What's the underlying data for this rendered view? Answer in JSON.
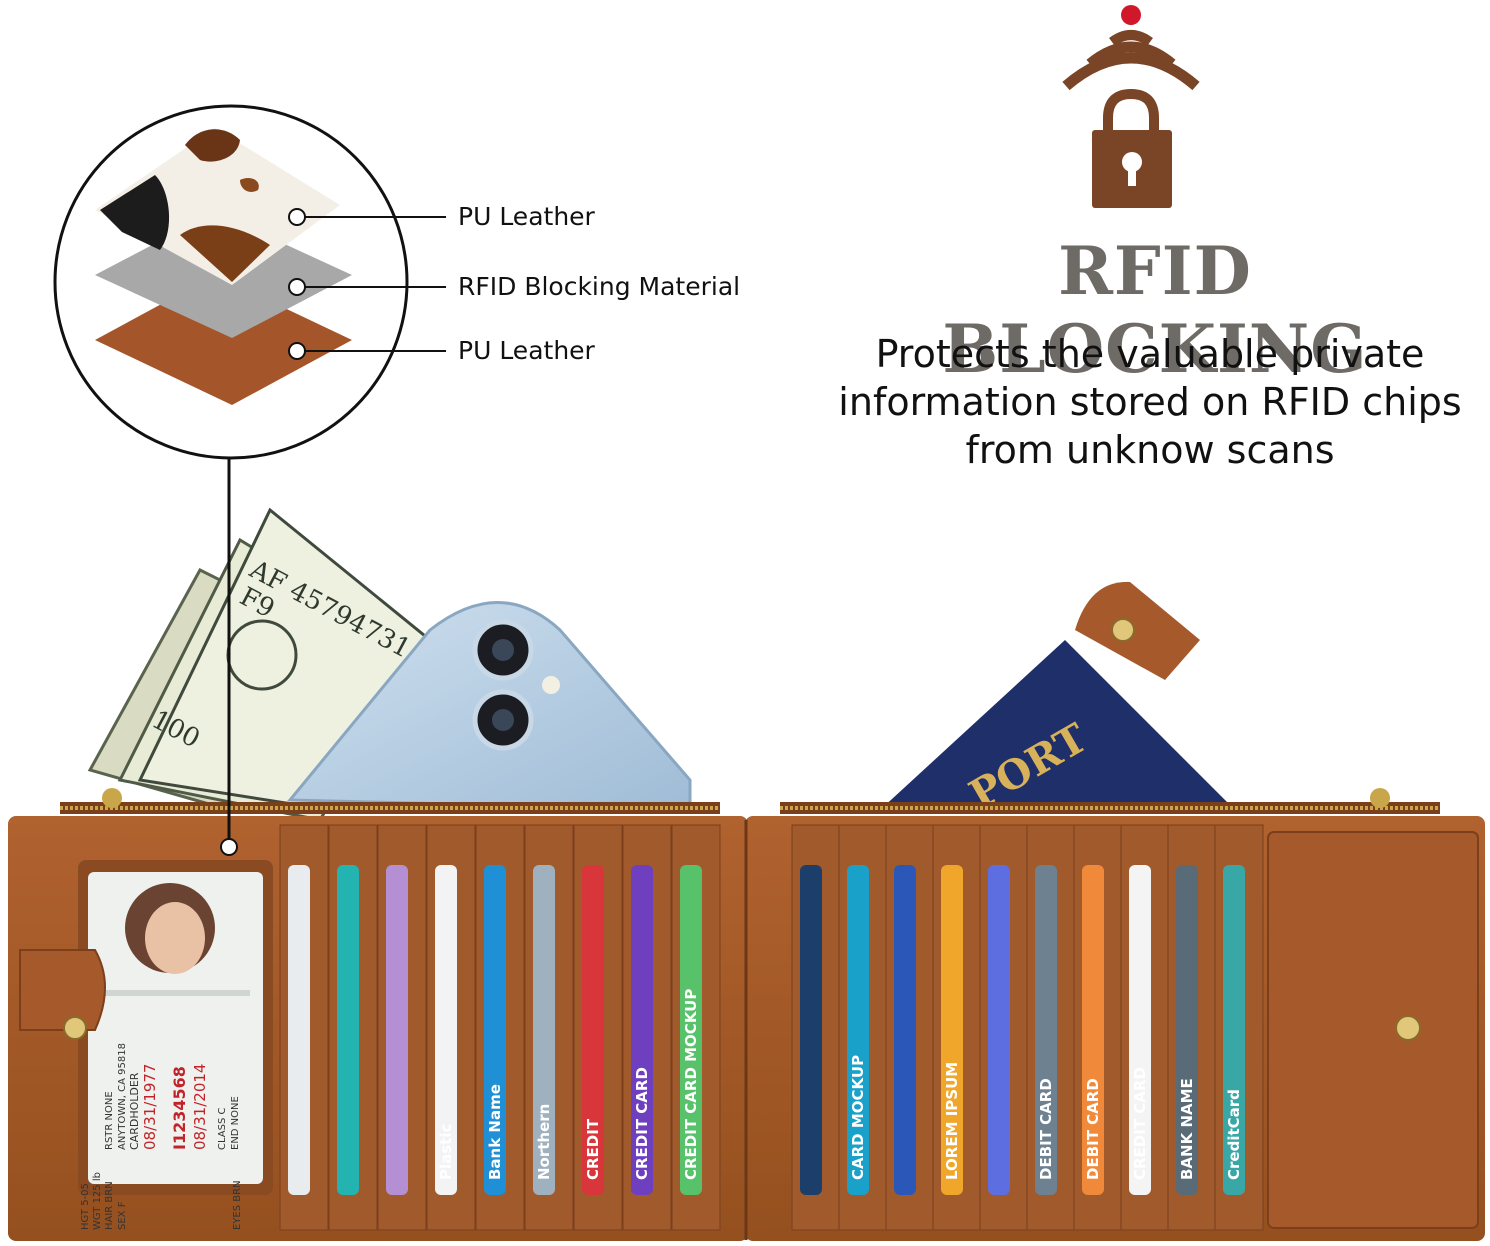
{
  "headline": "RFID BLOCKING",
  "subtext": {
    "line1": "Protects the valuable private",
    "line2": "information stored on RFID chips",
    "line3": "from unknow scans"
  },
  "layers": [
    {
      "label": "PU Leather"
    },
    {
      "label": "RFID Blocking Material"
    },
    {
      "label": "PU Leather"
    }
  ],
  "icon": {
    "name": "rfid-lock-icon",
    "color": "#7a4426",
    "dot_color": "#d0182a"
  },
  "colors": {
    "leather": "#a65a2c",
    "leather_dark": "#7c3f1c",
    "passport": "#1f2f6a",
    "zipper": "#c9a64a"
  },
  "cards_left": [
    {
      "text": "",
      "color": "#e9ecef"
    },
    {
      "text": "",
      "color": "#23b3b0"
    },
    {
      "text": "",
      "color": "#b58fd3"
    },
    {
      "text": "Plastic",
      "color": "#f3f3f3"
    },
    {
      "text": "Bank Name",
      "color": "#1f8fd6"
    },
    {
      "text": "Northern",
      "color": "#9fb0bf"
    },
    {
      "text": "CREDIT",
      "color": "#d8363a"
    },
    {
      "text": "CREDIT CARD",
      "color": "#6e3fbf"
    },
    {
      "text": "CREDIT CARD MOCKUP",
      "color": "#58c26a"
    }
  ],
  "cards_right": [
    {
      "text": "",
      "color": "#1b3e6b"
    },
    {
      "text": "CARD MOCKUP",
      "color": "#1aa1c9"
    },
    {
      "text": "",
      "color": "#2b58b8"
    },
    {
      "text": "LOREM IPSUM",
      "color": "#efa62a"
    },
    {
      "text": "",
      "color": "#5d6fe0"
    },
    {
      "text": "DEBIT CARD",
      "color": "#6e8190"
    },
    {
      "text": "DEBIT CARD",
      "color": "#f08a3a"
    },
    {
      "text": "CREDIT CARD",
      "color": "#f4f4f4"
    },
    {
      "text": "BANK NAME",
      "color": "#5a6b78"
    },
    {
      "text": "CreditCard",
      "color": "#39a7a5"
    }
  ],
  "passport_text": "PORT",
  "bill": {
    "serial": "AF 45794731 A",
    "sub": "F9",
    "denom": "100"
  },
  "id_card": {
    "dl": "I1234568",
    "exp": "08/31/2014",
    "dob": "08/31/1977",
    "line_name": "CARDHOLDER",
    "line_addr": "ANYTOWN, CA 95818",
    "class": "CLASS C",
    "end": "END NONE",
    "rstr": "RSTR NONE",
    "sex": "SEX F",
    "hair": "HAIR BRN",
    "eyes": "EYES BRN",
    "wgt": "WGT 125 lb",
    "hgt": "HGT 5-05"
  }
}
